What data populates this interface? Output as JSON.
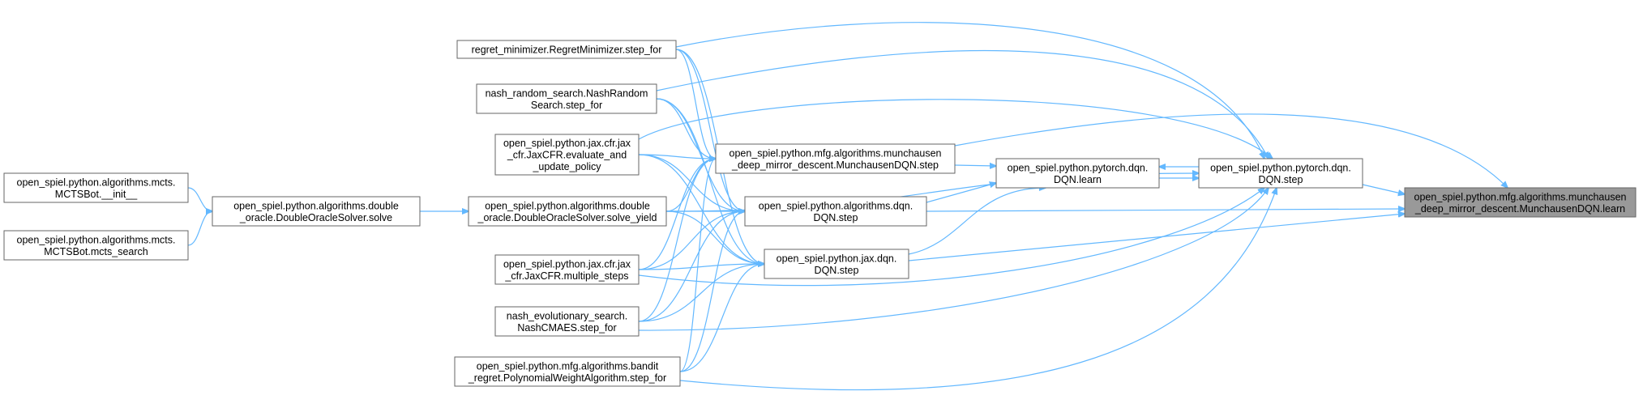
{
  "diagram": {
    "type": "call-graph",
    "edge_color": "#63b8ff",
    "node_border_color": "#666666",
    "root_fill_color": "#999999",
    "nodes": [
      {
        "id": "root",
        "lines": [
          "open_spiel.python.mfg.algorithms.munchausen",
          "_deep_mirror_descent.MunchausenDQN.learn"
        ],
        "highlighted": true
      },
      {
        "id": "pt_step",
        "lines": [
          "open_spiel.python.pytorch.dqn.",
          "DQN.step"
        ]
      },
      {
        "id": "pt_learn",
        "lines": [
          "open_spiel.python.pytorch.dqn.",
          "DQN.learn"
        ]
      },
      {
        "id": "md_step",
        "lines": [
          "open_spiel.python.mfg.algorithms.munchausen",
          "_deep_mirror_descent.MunchausenDQN.step"
        ]
      },
      {
        "id": "alg_step",
        "lines": [
          "open_spiel.python.algorithms.dqn.",
          "DQN.step"
        ]
      },
      {
        "id": "jax_step",
        "lines": [
          "open_spiel.python.jax.dqn.",
          "DQN.step"
        ]
      },
      {
        "id": "regret",
        "lines": [
          "regret_minimizer.RegretMinimizer.step_for"
        ]
      },
      {
        "id": "nash_rand",
        "lines": [
          "nash_random_search.NashRandom",
          "Search.step_for"
        ]
      },
      {
        "id": "jaxcfr_eval",
        "lines": [
          "open_spiel.python.jax.cfr.jax",
          "_cfr.JaxCFR.evaluate_and",
          "_update_policy"
        ]
      },
      {
        "id": "ds_yield",
        "lines": [
          "open_spiel.python.algorithms.double",
          "_oracle.DoubleOracleSolver.solve_yield"
        ]
      },
      {
        "id": "jaxcfr_multi",
        "lines": [
          "open_spiel.python.jax.cfr.jax",
          "_cfr.JaxCFR.multiple_steps"
        ]
      },
      {
        "id": "nash_evo",
        "lines": [
          "nash_evolutionary_search.",
          "NashCMAES.step_for"
        ]
      },
      {
        "id": "bandit",
        "lines": [
          "open_spiel.python.mfg.algorithms.bandit",
          "_regret.PolynomialWeightAlgorithm.step_for"
        ]
      },
      {
        "id": "ds_solve",
        "lines": [
          "open_spiel.python.algorithms.double",
          "_oracle.DoubleOracleSolver.solve"
        ]
      },
      {
        "id": "mcts_init",
        "lines": [
          "open_spiel.python.algorithms.mcts.",
          "MCTSBot.__init__"
        ]
      },
      {
        "id": "mcts_search",
        "lines": [
          "open_spiel.python.algorithms.mcts.",
          "MCTSBot.mcts_search"
        ]
      }
    ],
    "edges": [
      [
        "pt_step",
        "root"
      ],
      [
        "md_step",
        "root"
      ],
      [
        "alg_step",
        "root"
      ],
      [
        "jax_step",
        "root"
      ],
      [
        "pt_learn",
        "pt_step"
      ],
      [
        "pt_step",
        "pt_learn"
      ],
      [
        "md_step",
        "pt_learn"
      ],
      [
        "alg_step",
        "pt_learn"
      ],
      [
        "jax_step",
        "pt_learn"
      ],
      [
        "regret",
        "pt_step"
      ],
      [
        "nash_rand",
        "pt_step"
      ],
      [
        "jaxcfr_eval",
        "pt_step"
      ],
      [
        "ds_yield",
        "pt_step"
      ],
      [
        "jaxcfr_multi",
        "pt_step"
      ],
      [
        "nash_evo",
        "pt_step"
      ],
      [
        "bandit",
        "pt_step"
      ],
      [
        "regret",
        "md_step"
      ],
      [
        "nash_rand",
        "md_step"
      ],
      [
        "jaxcfr_eval",
        "md_step"
      ],
      [
        "ds_yield",
        "md_step"
      ],
      [
        "jaxcfr_multi",
        "md_step"
      ],
      [
        "nash_evo",
        "md_step"
      ],
      [
        "bandit",
        "md_step"
      ],
      [
        "regret",
        "alg_step"
      ],
      [
        "nash_rand",
        "alg_step"
      ],
      [
        "jaxcfr_eval",
        "alg_step"
      ],
      [
        "ds_yield",
        "alg_step"
      ],
      [
        "jaxcfr_multi",
        "alg_step"
      ],
      [
        "nash_evo",
        "alg_step"
      ],
      [
        "bandit",
        "alg_step"
      ],
      [
        "regret",
        "jax_step"
      ],
      [
        "nash_rand",
        "jax_step"
      ],
      [
        "jaxcfr_eval",
        "jax_step"
      ],
      [
        "ds_yield",
        "jax_step"
      ],
      [
        "jaxcfr_multi",
        "jax_step"
      ],
      [
        "nash_evo",
        "jax_step"
      ],
      [
        "bandit",
        "jax_step"
      ],
      [
        "ds_solve",
        "ds_yield"
      ],
      [
        "mcts_init",
        "ds_solve"
      ],
      [
        "mcts_search",
        "ds_solve"
      ]
    ]
  }
}
